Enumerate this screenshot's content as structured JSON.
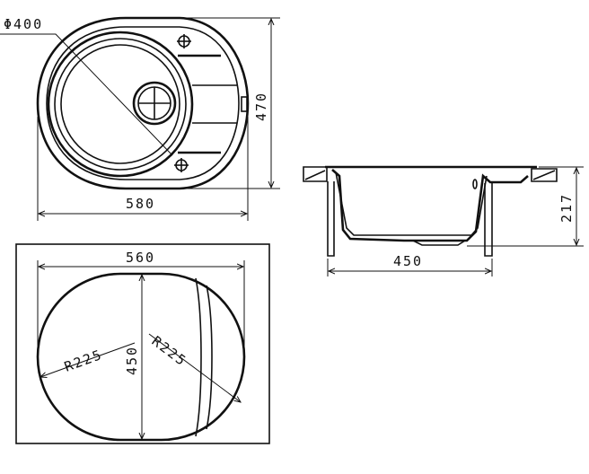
{
  "top_view": {
    "bowl_diameter": "Φ400",
    "height": "470",
    "width": "580"
  },
  "section_view": {
    "depth": "217",
    "bowl_width": "450"
  },
  "cutout_view": {
    "width": "560",
    "height": "450",
    "radius_left": "R225",
    "radius_right": "R225"
  },
  "colors": {
    "line": "#111111",
    "background": "#ffffff"
  }
}
